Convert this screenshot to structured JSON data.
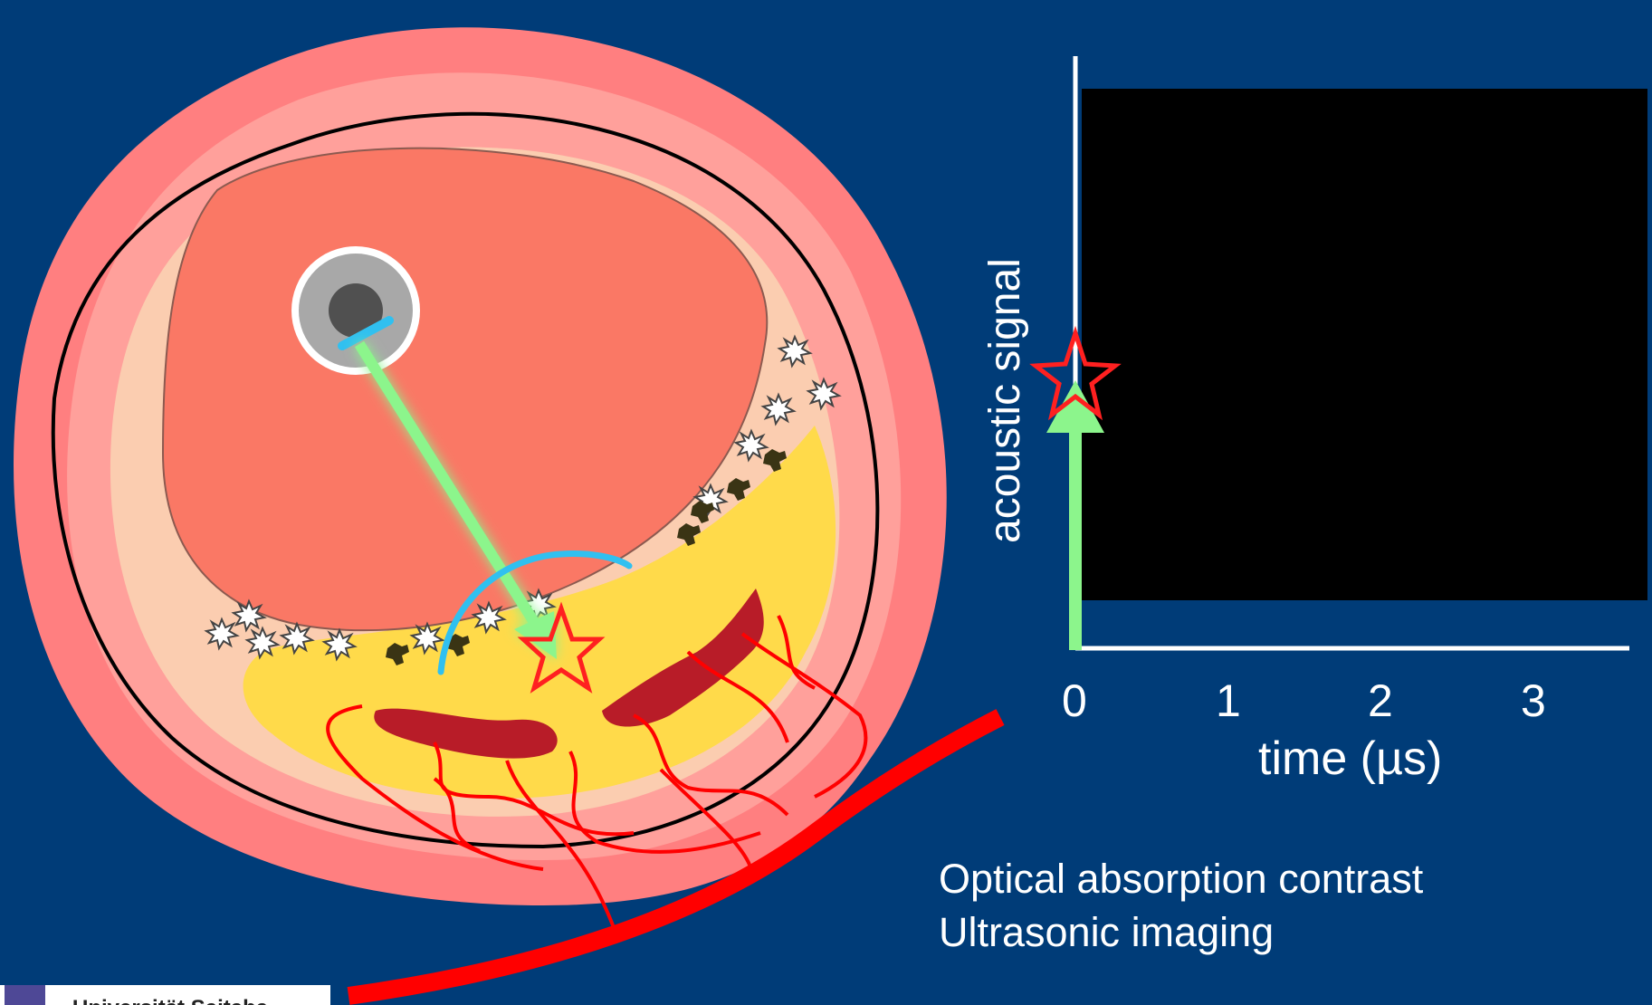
{
  "plot": {
    "ylabel": "acoustic signal",
    "xlabel": "time (µs)",
    "xticks": [
      "0",
      "1",
      "2",
      "3"
    ]
  },
  "captions": {
    "line1": "Optical absorption contrast",
    "line2": "Ultrasonic imaging"
  },
  "logo": {
    "text": "Universität Saitaha"
  },
  "colors": {
    "background": "#003c78",
    "outer_wall": "#ff7f80",
    "wall_inner": "#ffa09b",
    "lumen": "#fa7865",
    "plaque": "#ffda4a",
    "tissue": "#fbcdb0",
    "vessel_red": "#ff0000",
    "dark_red": "#b81c28",
    "laser_green": "#8cf58c",
    "catheter_blue": "#30c0f0",
    "signal_panel": "#000000",
    "axis": "#ffffff"
  },
  "icons": [
    "catheter-probe-icon",
    "laser-beam-arrow-icon",
    "absorber-star-icon",
    "calcification-burst-icon",
    "lipid-deposit-icon",
    "signal-star-icon"
  ]
}
